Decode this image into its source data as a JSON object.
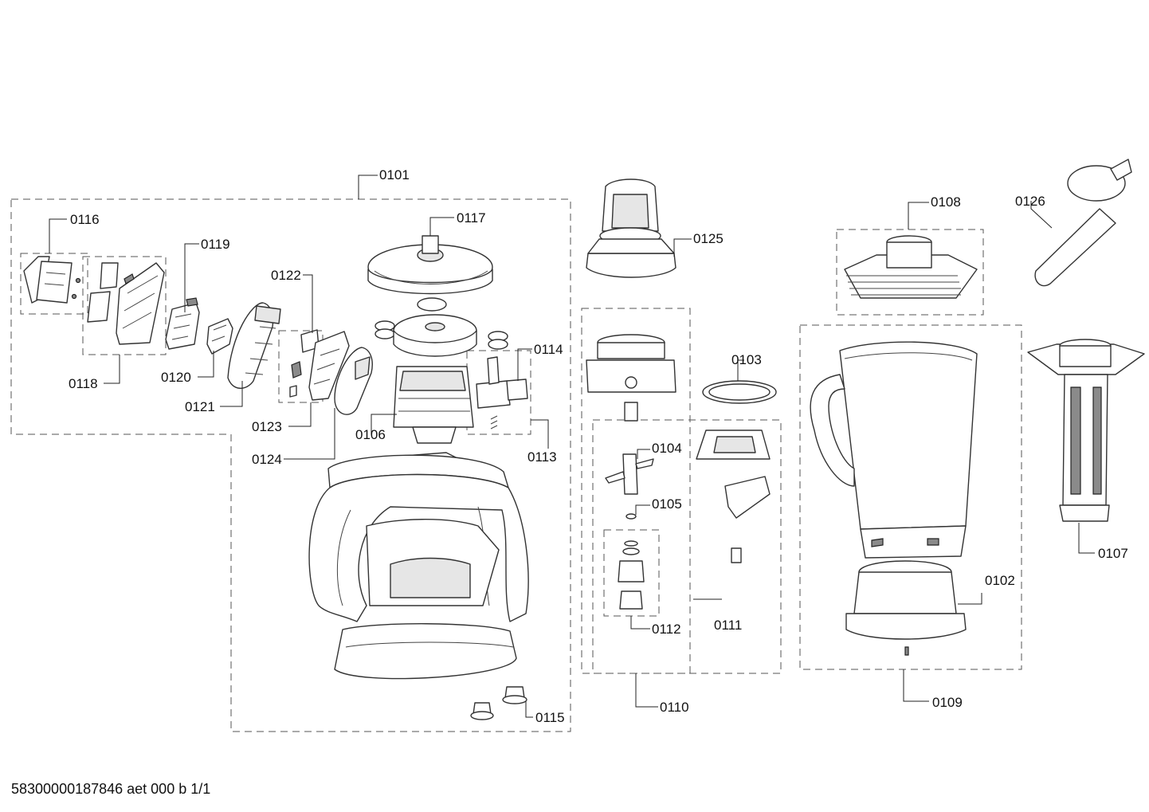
{
  "footer": "58300000187846 aet 000 b 1/1",
  "labels": {
    "p0101": "0101",
    "p0102": "0102",
    "p0103": "0103",
    "p0104": "0104",
    "p0105": "0105",
    "p0106": "0106",
    "p0107": "0107",
    "p0108": "0108",
    "p0109": "0109",
    "p0110": "0110",
    "p0111": "0111",
    "p0112": "0112",
    "p0113": "0113",
    "p0114": "0114",
    "p0115": "0115",
    "p0116": "0116",
    "p0117": "0117",
    "p0118": "0118",
    "p0119": "0119",
    "p0120": "0120",
    "p0121": "0121",
    "p0122": "0122",
    "p0123": "0123",
    "p0124": "0124",
    "p0125": "0125",
    "p0126": "0126"
  }
}
